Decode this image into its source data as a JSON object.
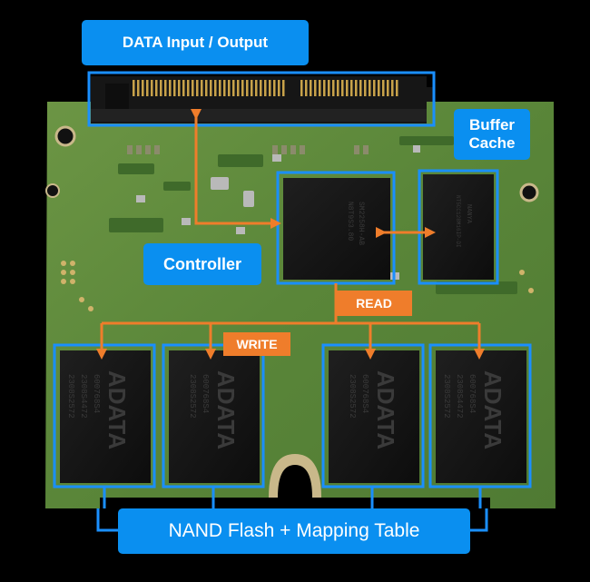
{
  "labels": {
    "data_io": "DATA Input / Output",
    "buffer_cache_line1": "Buffer",
    "buffer_cache_line2": "Cache",
    "controller": "Controller",
    "read": "READ",
    "write": "WRITE",
    "nand": "NAND Flash + Mapping Table"
  },
  "chips": {
    "nand_brand": "ADATA",
    "nand_code1": "600768S4",
    "nand_code2": "2308S2572",
    "nand_code3": "2308S4472",
    "dram_brand": "NANYA",
    "dram_code": "NT5CC128M16IP-DI",
    "controller_code": "SM2258H-AB",
    "controller_code2": "N8T9S3.80"
  },
  "colors": {
    "pcb": "#5e8a3b",
    "highlight_blue": "#1a8fff",
    "label_blue": "#0a8ff0",
    "arrow_orange": "#ef7d2b",
    "gold": "#c79a3e"
  }
}
